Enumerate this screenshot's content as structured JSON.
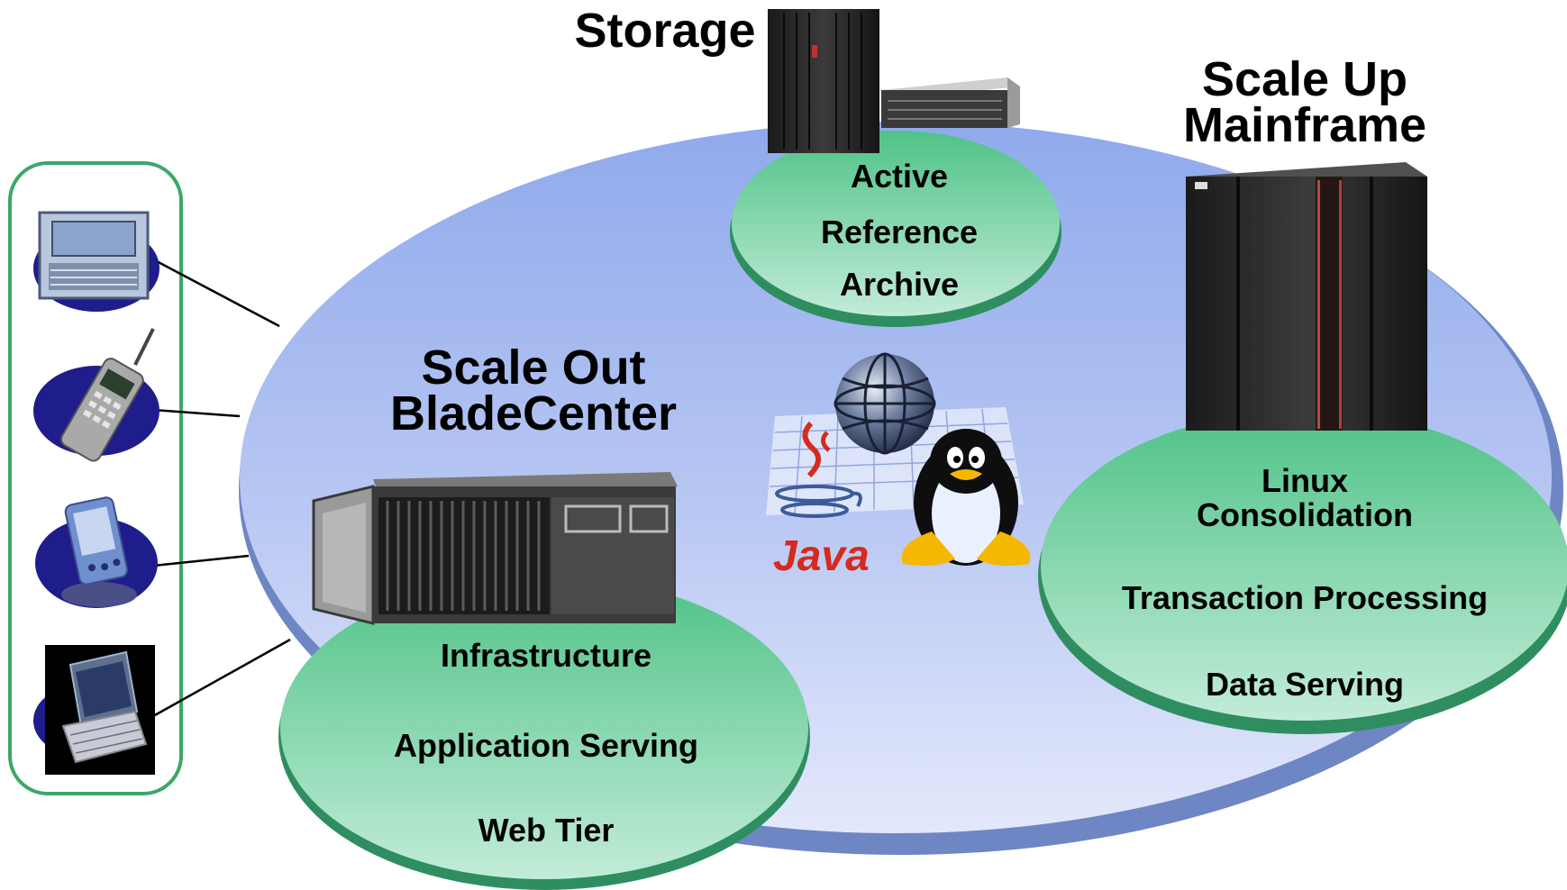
{
  "storage": {
    "title": "Storage",
    "items": [
      "Active",
      "Reference",
      "Archive"
    ]
  },
  "scale_up": {
    "title_line1": "Scale Up",
    "title_line2": "Mainframe",
    "items": [
      "Linux",
      "Consolidation",
      "Transaction Processing",
      "Data Serving"
    ]
  },
  "scale_out": {
    "title_line1": "Scale Out",
    "title_line2": "BladeCenter",
    "items": [
      "Infrastructure",
      "Application Serving",
      "Web Tier"
    ]
  },
  "center_logos": {
    "java_wordmark": "Java",
    "icons": [
      "globe-icon",
      "java-cup-icon",
      "tux-penguin-icon"
    ]
  },
  "devices": [
    "laptop-icon",
    "mobile-phone-icon",
    "pda-icon",
    "notebook-icon"
  ],
  "colors": {
    "big_ellipse": "#a8bdf0",
    "green_ellipse": "#5ec894",
    "device_panel_border": "#3aa86a",
    "device_bubble": "#1f1c8c"
  }
}
